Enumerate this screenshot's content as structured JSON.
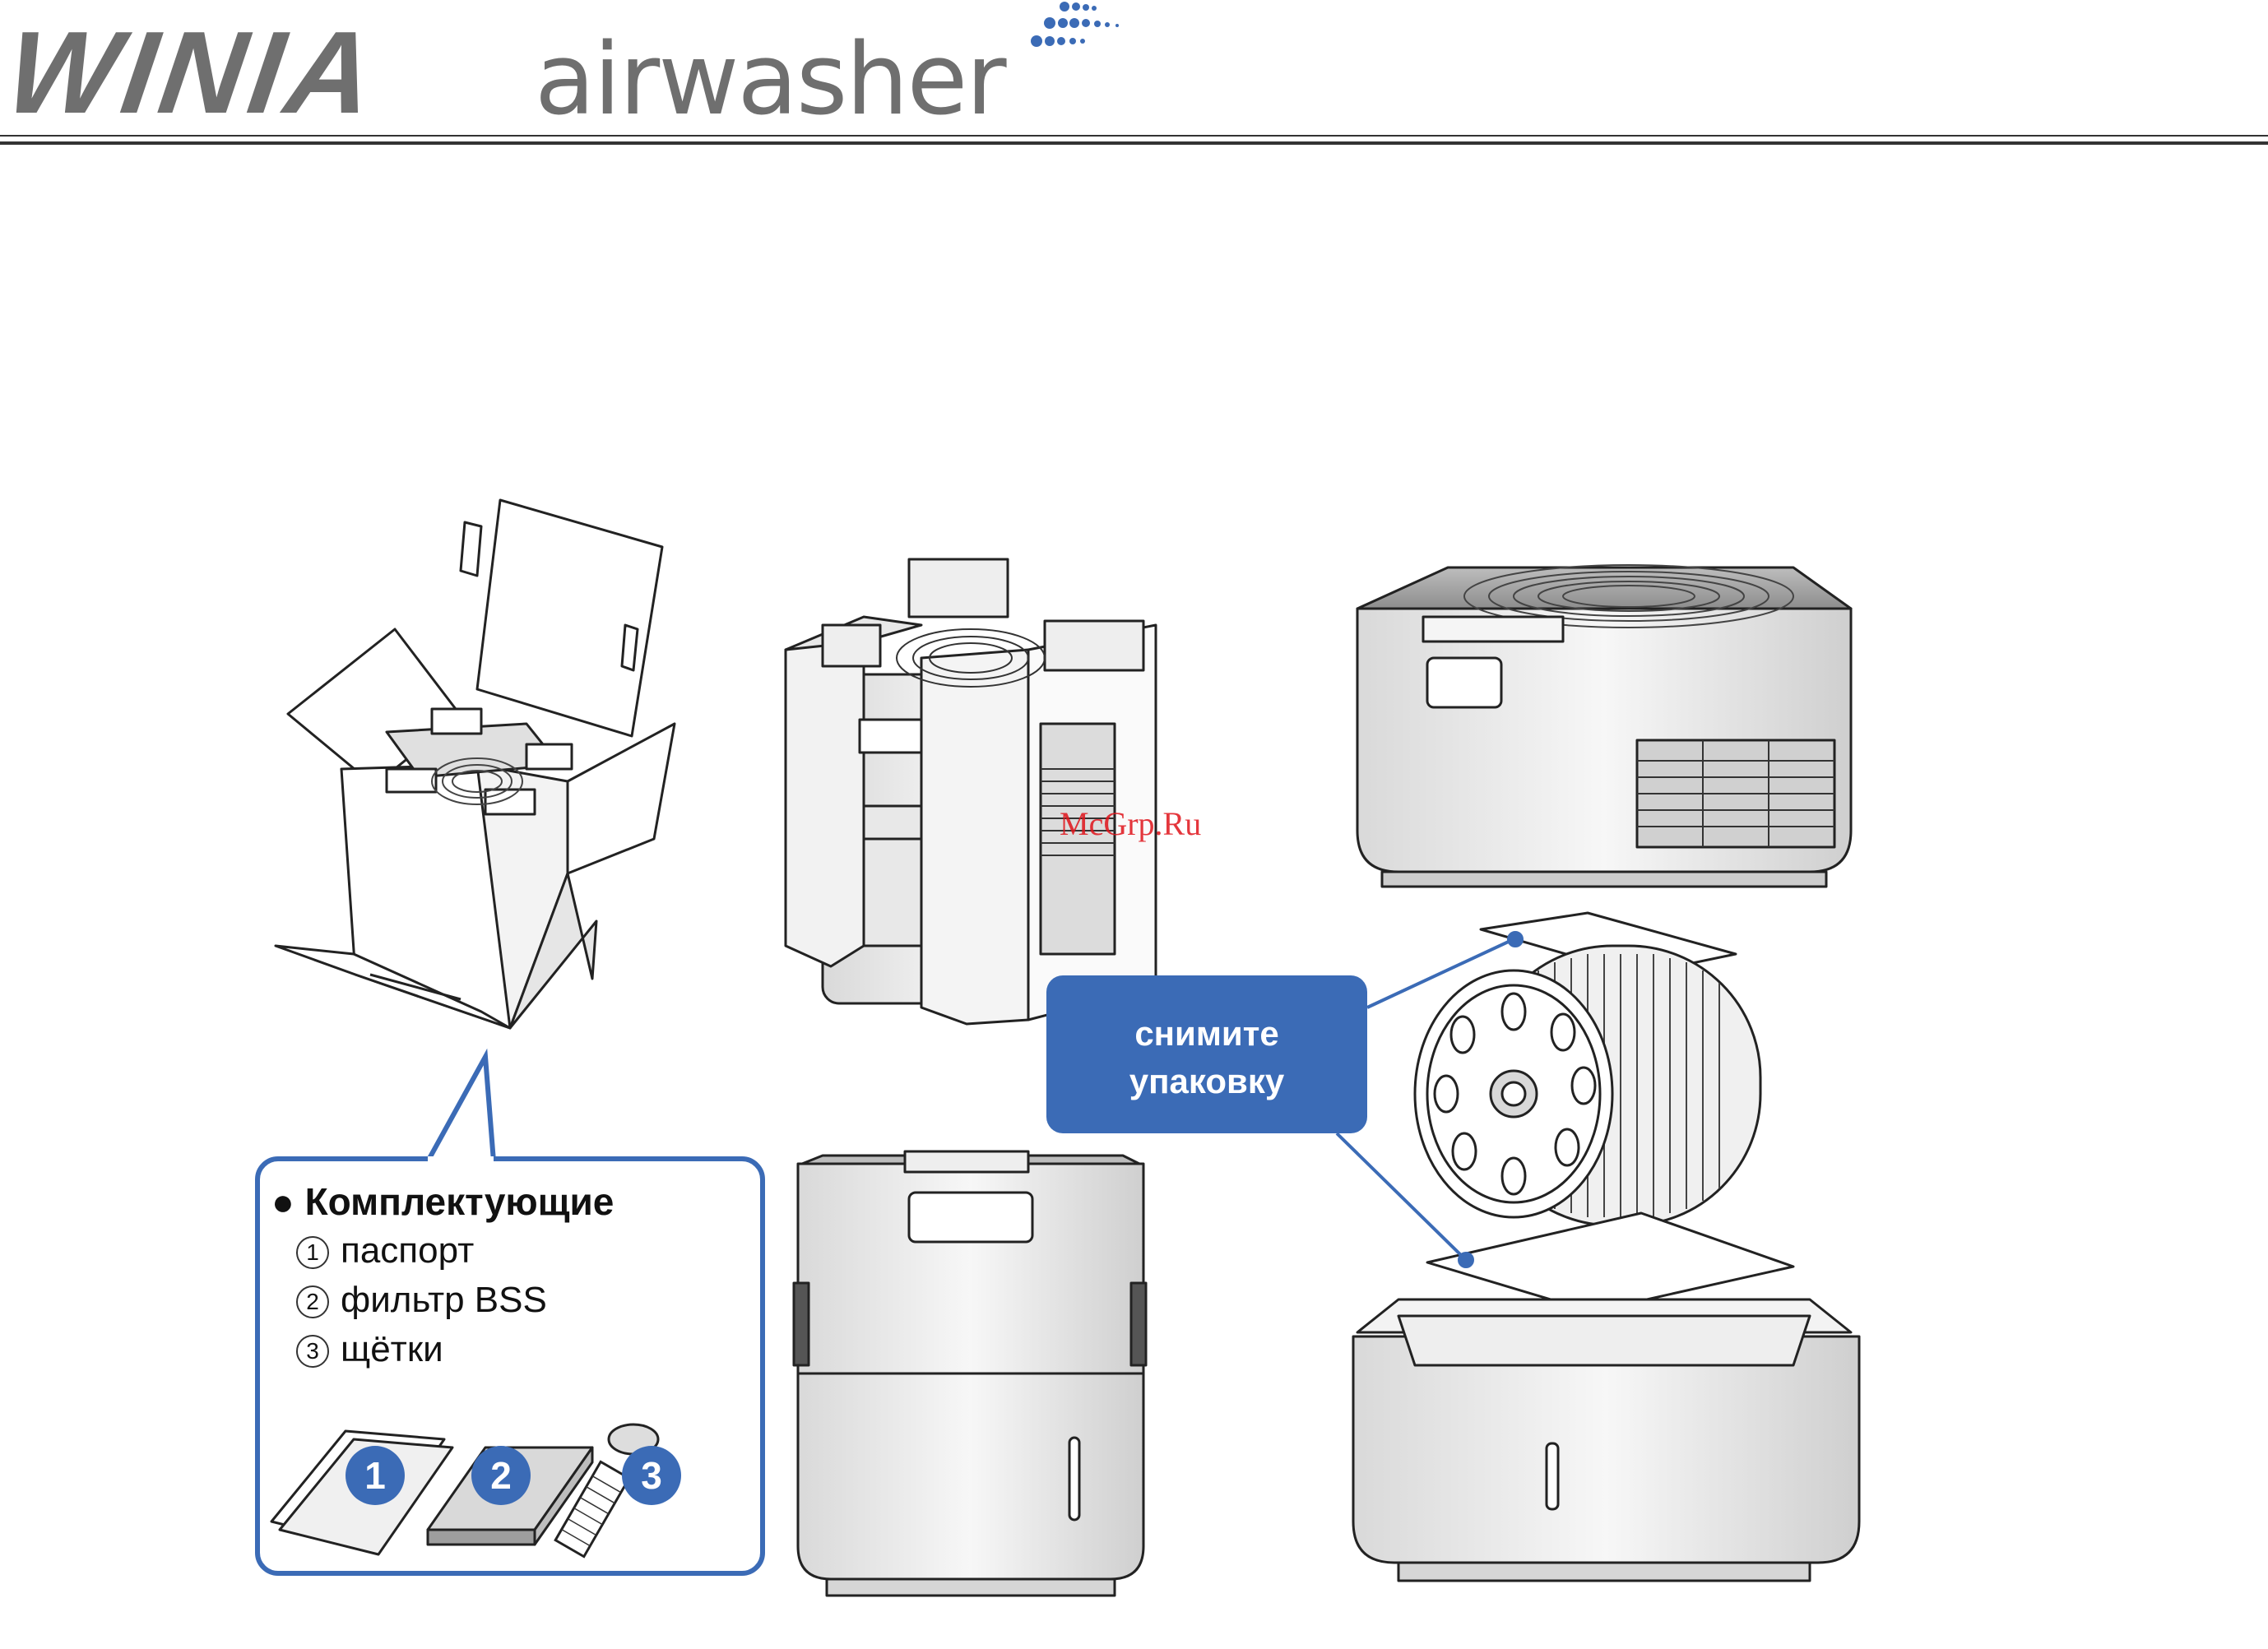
{
  "header": {
    "brand": "WINIA",
    "product": "airwasher"
  },
  "callout": {
    "line1": "снимите",
    "line2": "упаковку"
  },
  "contents": {
    "title": "● Комплектующие",
    "items": [
      {
        "num": "1",
        "label": "паспорт"
      },
      {
        "num": "2",
        "label": "фильтр BSS"
      },
      {
        "num": "3",
        "label": "щётки"
      }
    ],
    "badges": [
      "1",
      "2",
      "3"
    ]
  },
  "watermark": "McGrp.Ru",
  "colors": {
    "accent": "#3b6bb6",
    "logo_gray": "#6f6f6f",
    "watermark_red": "#e0141b"
  }
}
